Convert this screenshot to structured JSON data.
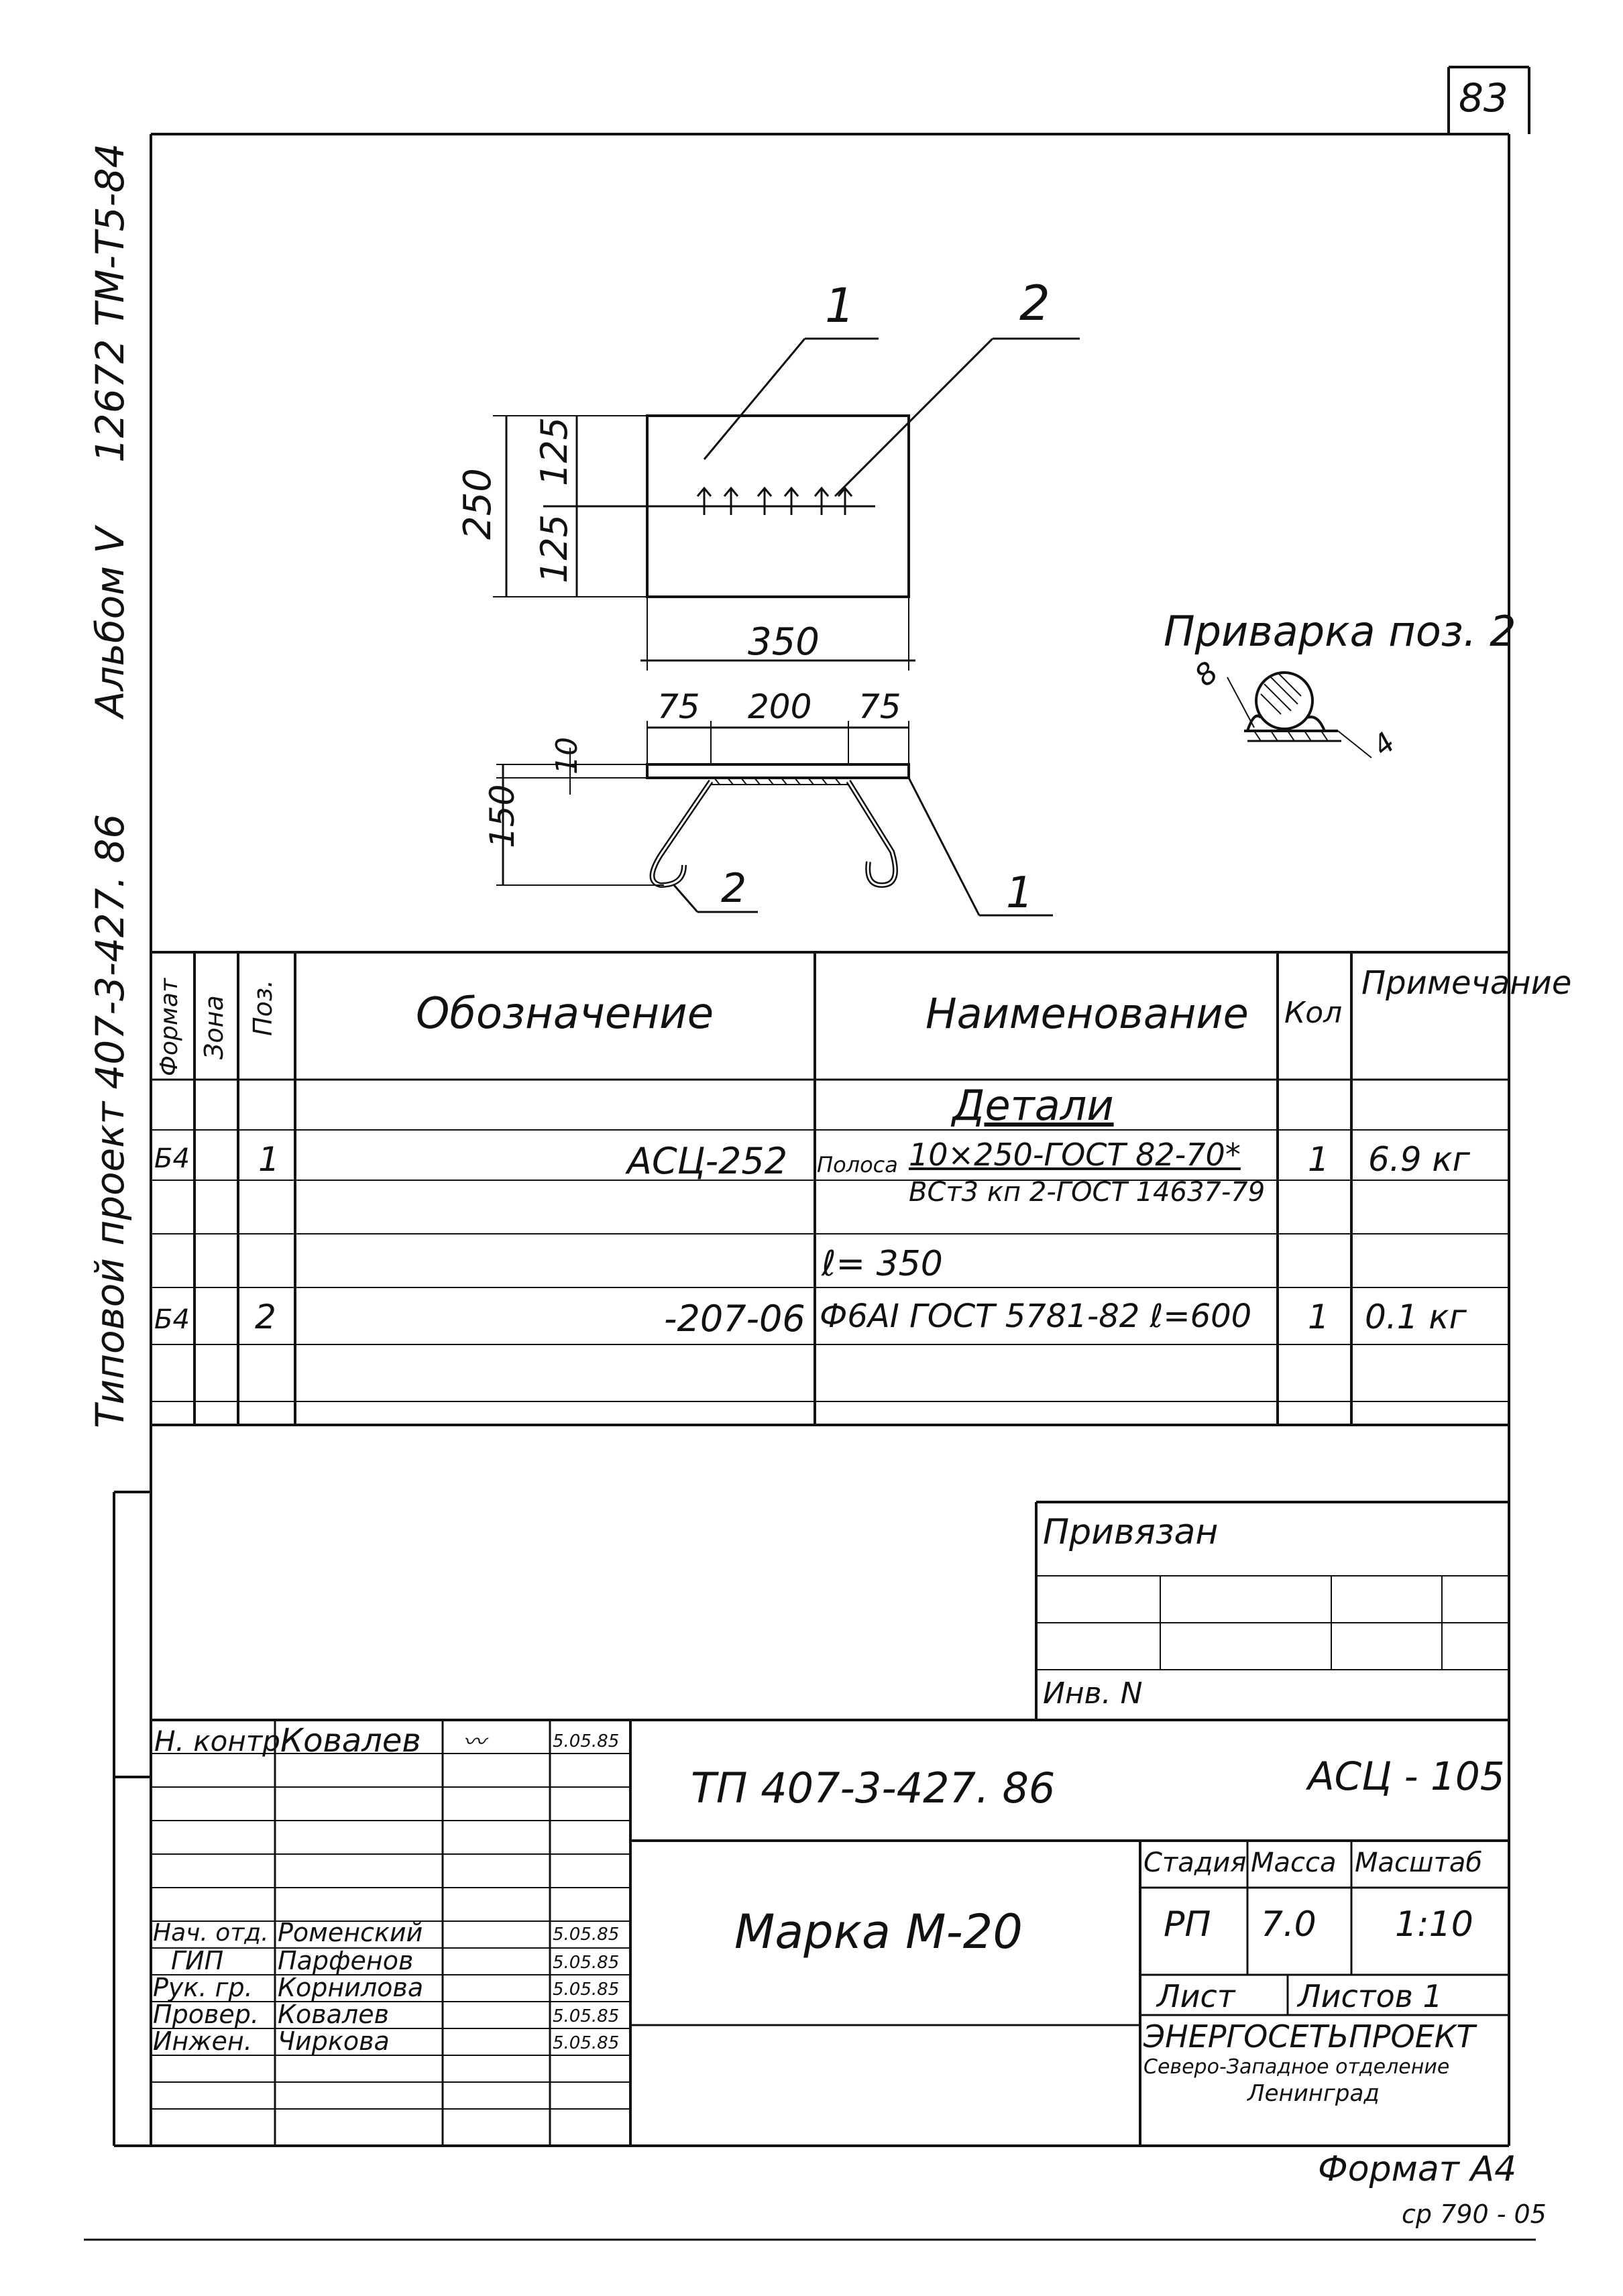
{
  "sheet_number": "83",
  "side_text": {
    "code": "12672 ТМ-Т5-84",
    "album": "Альбом V",
    "project": "Типовой проект 407-3-427. 86"
  },
  "drawing": {
    "callouts": [
      "1",
      "2",
      "2",
      "1"
    ],
    "dimensions": {
      "height_total": "250",
      "height_top": "125",
      "height_bottom": "125",
      "width": "350",
      "left": "75",
      "middle": "200",
      "right": "75",
      "thickness": "10",
      "section_height": "150"
    },
    "weld_title": "Приварка поз. 2",
    "weld_dims": [
      "8",
      "4"
    ]
  },
  "spec_table": {
    "headers": {
      "format": "Формат",
      "zone": "Зона",
      "pos": "Поз.",
      "designation": "Обозначение",
      "name": "Наименование",
      "qty": "Кол",
      "note": "Примечание"
    },
    "section_title": "Детали",
    "rows": [
      {
        "format": "Б4",
        "pos": "1",
        "designation": "АСЦ-252",
        "name_prefix": "Полоса",
        "name_line1": "10×250-ГОСТ 82-70*",
        "name_line2": "ВСт3 кп 2-ГОСТ 14637-79",
        "qty": "1",
        "note": "6.9 кг"
      },
      {
        "name_extra": "ℓ= 350"
      },
      {
        "format": "Б4",
        "pos": "2",
        "designation": "-207-06",
        "name": "Ф6АI ГОСТ 5781-82 ℓ=600",
        "qty": "1",
        "note": "0.1 кг"
      }
    ]
  },
  "binding_block": {
    "title": "Привязан",
    "inv": "Инв. N"
  },
  "title_block": {
    "doc_code": "ТП 407-3-427. 86",
    "sheet_code": "АСЦ - 105",
    "drawing_name": "Марка М-20",
    "stage_label": "Стадия",
    "mass_label": "Масса",
    "scale_label": "Масштаб",
    "stage": "РП",
    "mass": "7.0",
    "scale": "1:10",
    "sheet_label": "Лист",
    "sheets_label": "Листов 1",
    "org_name": "ЭНЕРГОСЕТЬПРОЕКТ",
    "org_sub": "Северо-Западное отделение",
    "org_city": "Ленинград",
    "signatures": [
      {
        "role": "Н. контр.",
        "name": "Ковалев",
        "date": "5.05.85"
      },
      {
        "role": "Нач. отд.",
        "name": "Роменский",
        "date": "5.05.85"
      },
      {
        "role": "ГИП",
        "name": "Парфенов",
        "date": "5.05.85"
      },
      {
        "role": "Рук. гр.",
        "name": "Корнилова",
        "date": "5.05.85"
      },
      {
        "role": "Провер.",
        "name": "Ковалев",
        "date": "5.05.85"
      },
      {
        "role": "Инжен.",
        "name": "Чиркова",
        "date": "5.05.85"
      }
    ]
  },
  "format_label": "Формат А4",
  "footer_code": "ср 790 - 05"
}
